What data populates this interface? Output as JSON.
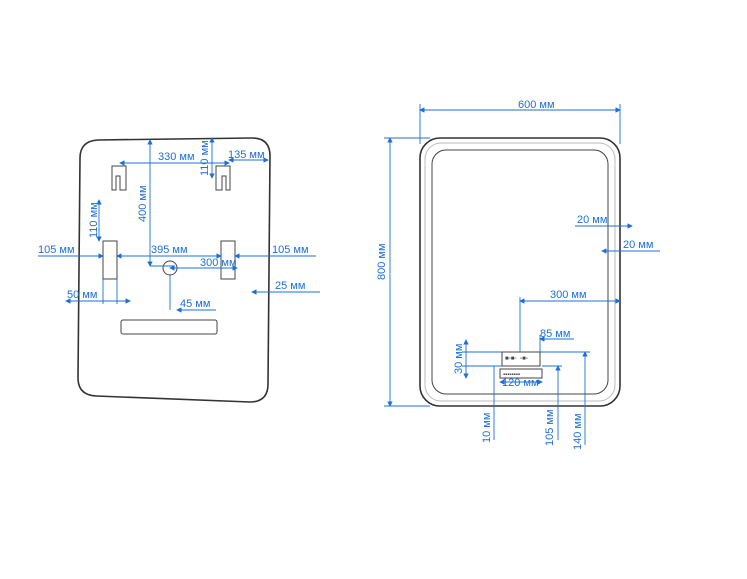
{
  "back_view": {
    "dims": {
      "d330": "330 мм",
      "d110_top": "110 мм",
      "d135": "135 мм",
      "d400": "400 мм",
      "d110_left": "110 мм",
      "d105_left": "105 мм",
      "d395": "395 мм",
      "d300": "300 мм",
      "d105_right": "105 мм",
      "d25": "25 мм",
      "d50": "50 мм",
      "d45": "45 мм"
    }
  },
  "front_view": {
    "dims": {
      "d600": "600 мм",
      "d800": "800 мм",
      "d20_a": "20 мм",
      "d20_b": "20 мм",
      "d300": "300 мм",
      "d85": "85 мм",
      "d30": "30 мм",
      "d120": "120 мм",
      "d10": "10 мм",
      "d105": "105 мм",
      "d140": "140 мм"
    }
  }
}
